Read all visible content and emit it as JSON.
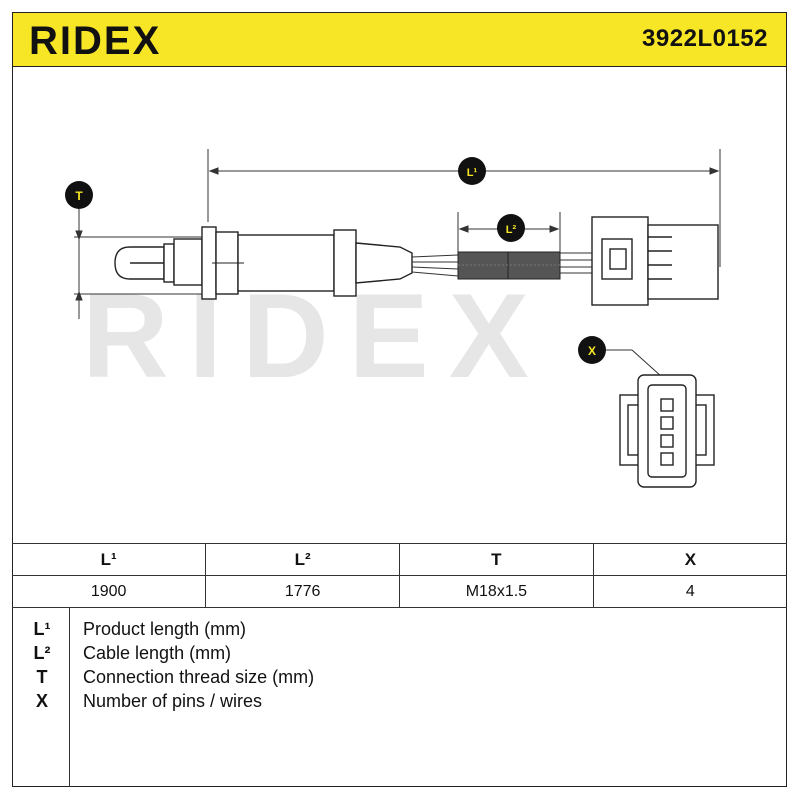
{
  "header": {
    "brand": "RIDEX",
    "part_number": "3922L0152",
    "background_color": "#f7e626"
  },
  "drawing": {
    "labels": {
      "L1": "L¹",
      "L2": "L²",
      "T": "T",
      "X": "X"
    },
    "watermark": "RIDEX",
    "icons": [
      "oxygen-sensor-icon",
      "connector-icon",
      "connector-pin-face-icon"
    ]
  },
  "table": {
    "headers": [
      "L¹",
      "L²",
      "T",
      "X"
    ],
    "values": [
      "1900",
      "1776",
      "M18x1.5",
      "4"
    ]
  },
  "legend": [
    {
      "symbol": "L¹",
      "description": "Product length (mm)"
    },
    {
      "symbol": "L²",
      "description": "Cable length (mm)"
    },
    {
      "symbol": "T",
      "description": "Connection thread size (mm)"
    },
    {
      "symbol": "X",
      "description": "Number of pins / wires"
    }
  ]
}
